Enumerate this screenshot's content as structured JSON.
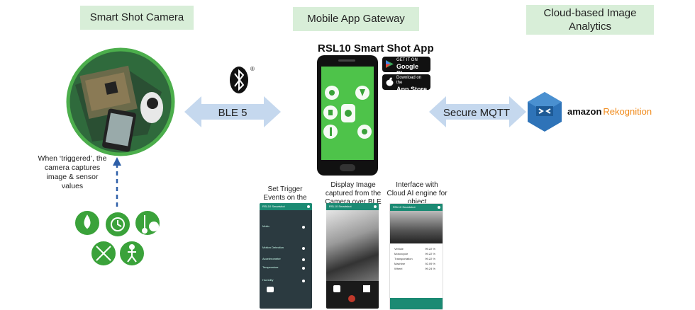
{
  "headers": {
    "camera": "Smart Shot Camera",
    "gateway": "Mobile App Gateway",
    "cloud": "Cloud-based Image Analytics"
  },
  "app": {
    "title": "RSL10 Smart Shot App",
    "google_play_small": "GET IT ON",
    "google_play_big": "Google Play",
    "app_store_small": "Download on the",
    "app_store_big": "App Store"
  },
  "links": {
    "ble": "BLE 5",
    "mqtt": "Secure MQTT",
    "bluetooth_mark": "®"
  },
  "camera_note": "When ‘triggered’, the camera captures image & sensor values",
  "cloud_brand": {
    "amazon": "amazon",
    "rekognition": "Rekognition"
  },
  "screenshots": [
    {
      "caption": "Set Trigger Events on the Camera",
      "bar": "RSL10 Smartshot"
    },
    {
      "caption": "Display Image captured from the Camera over BLE",
      "bar": "RSL10 Smartshot"
    },
    {
      "caption": "Interface with Cloud AI engine for object classification",
      "bar": "RSL10 Smartshot"
    }
  ],
  "trigger_rows": [
    "Motio",
    "Motion Detection",
    "Accelerometer",
    "Temperature",
    "Humidity"
  ],
  "results": [
    {
      "label": "Vehicle",
      "pct": "99.22 %"
    },
    {
      "label": "Motorcycle",
      "pct": "99.22 %"
    },
    {
      "label": "Transportation",
      "pct": "99.22 %"
    },
    {
      "label": "Machine",
      "pct": "92.09 %"
    },
    {
      "label": "Wheel",
      "pct": "99.24 %"
    }
  ],
  "colors": {
    "header_bg": "#d8eed8",
    "arrow": "#c5d8ee",
    "green": "#3aa23a",
    "aws_blue": "#2e73b8",
    "rekognition_orange": "#f08a1a",
    "app_teal": "#1b8a73"
  },
  "icons": [
    "bluetooth-icon",
    "google-play-icon",
    "apple-icon",
    "amazon-rekognition-icon",
    "clock-icon",
    "temperature-icon",
    "humidity-icon",
    "motion-icon",
    "accelerometer-icon",
    "camera-icon"
  ]
}
